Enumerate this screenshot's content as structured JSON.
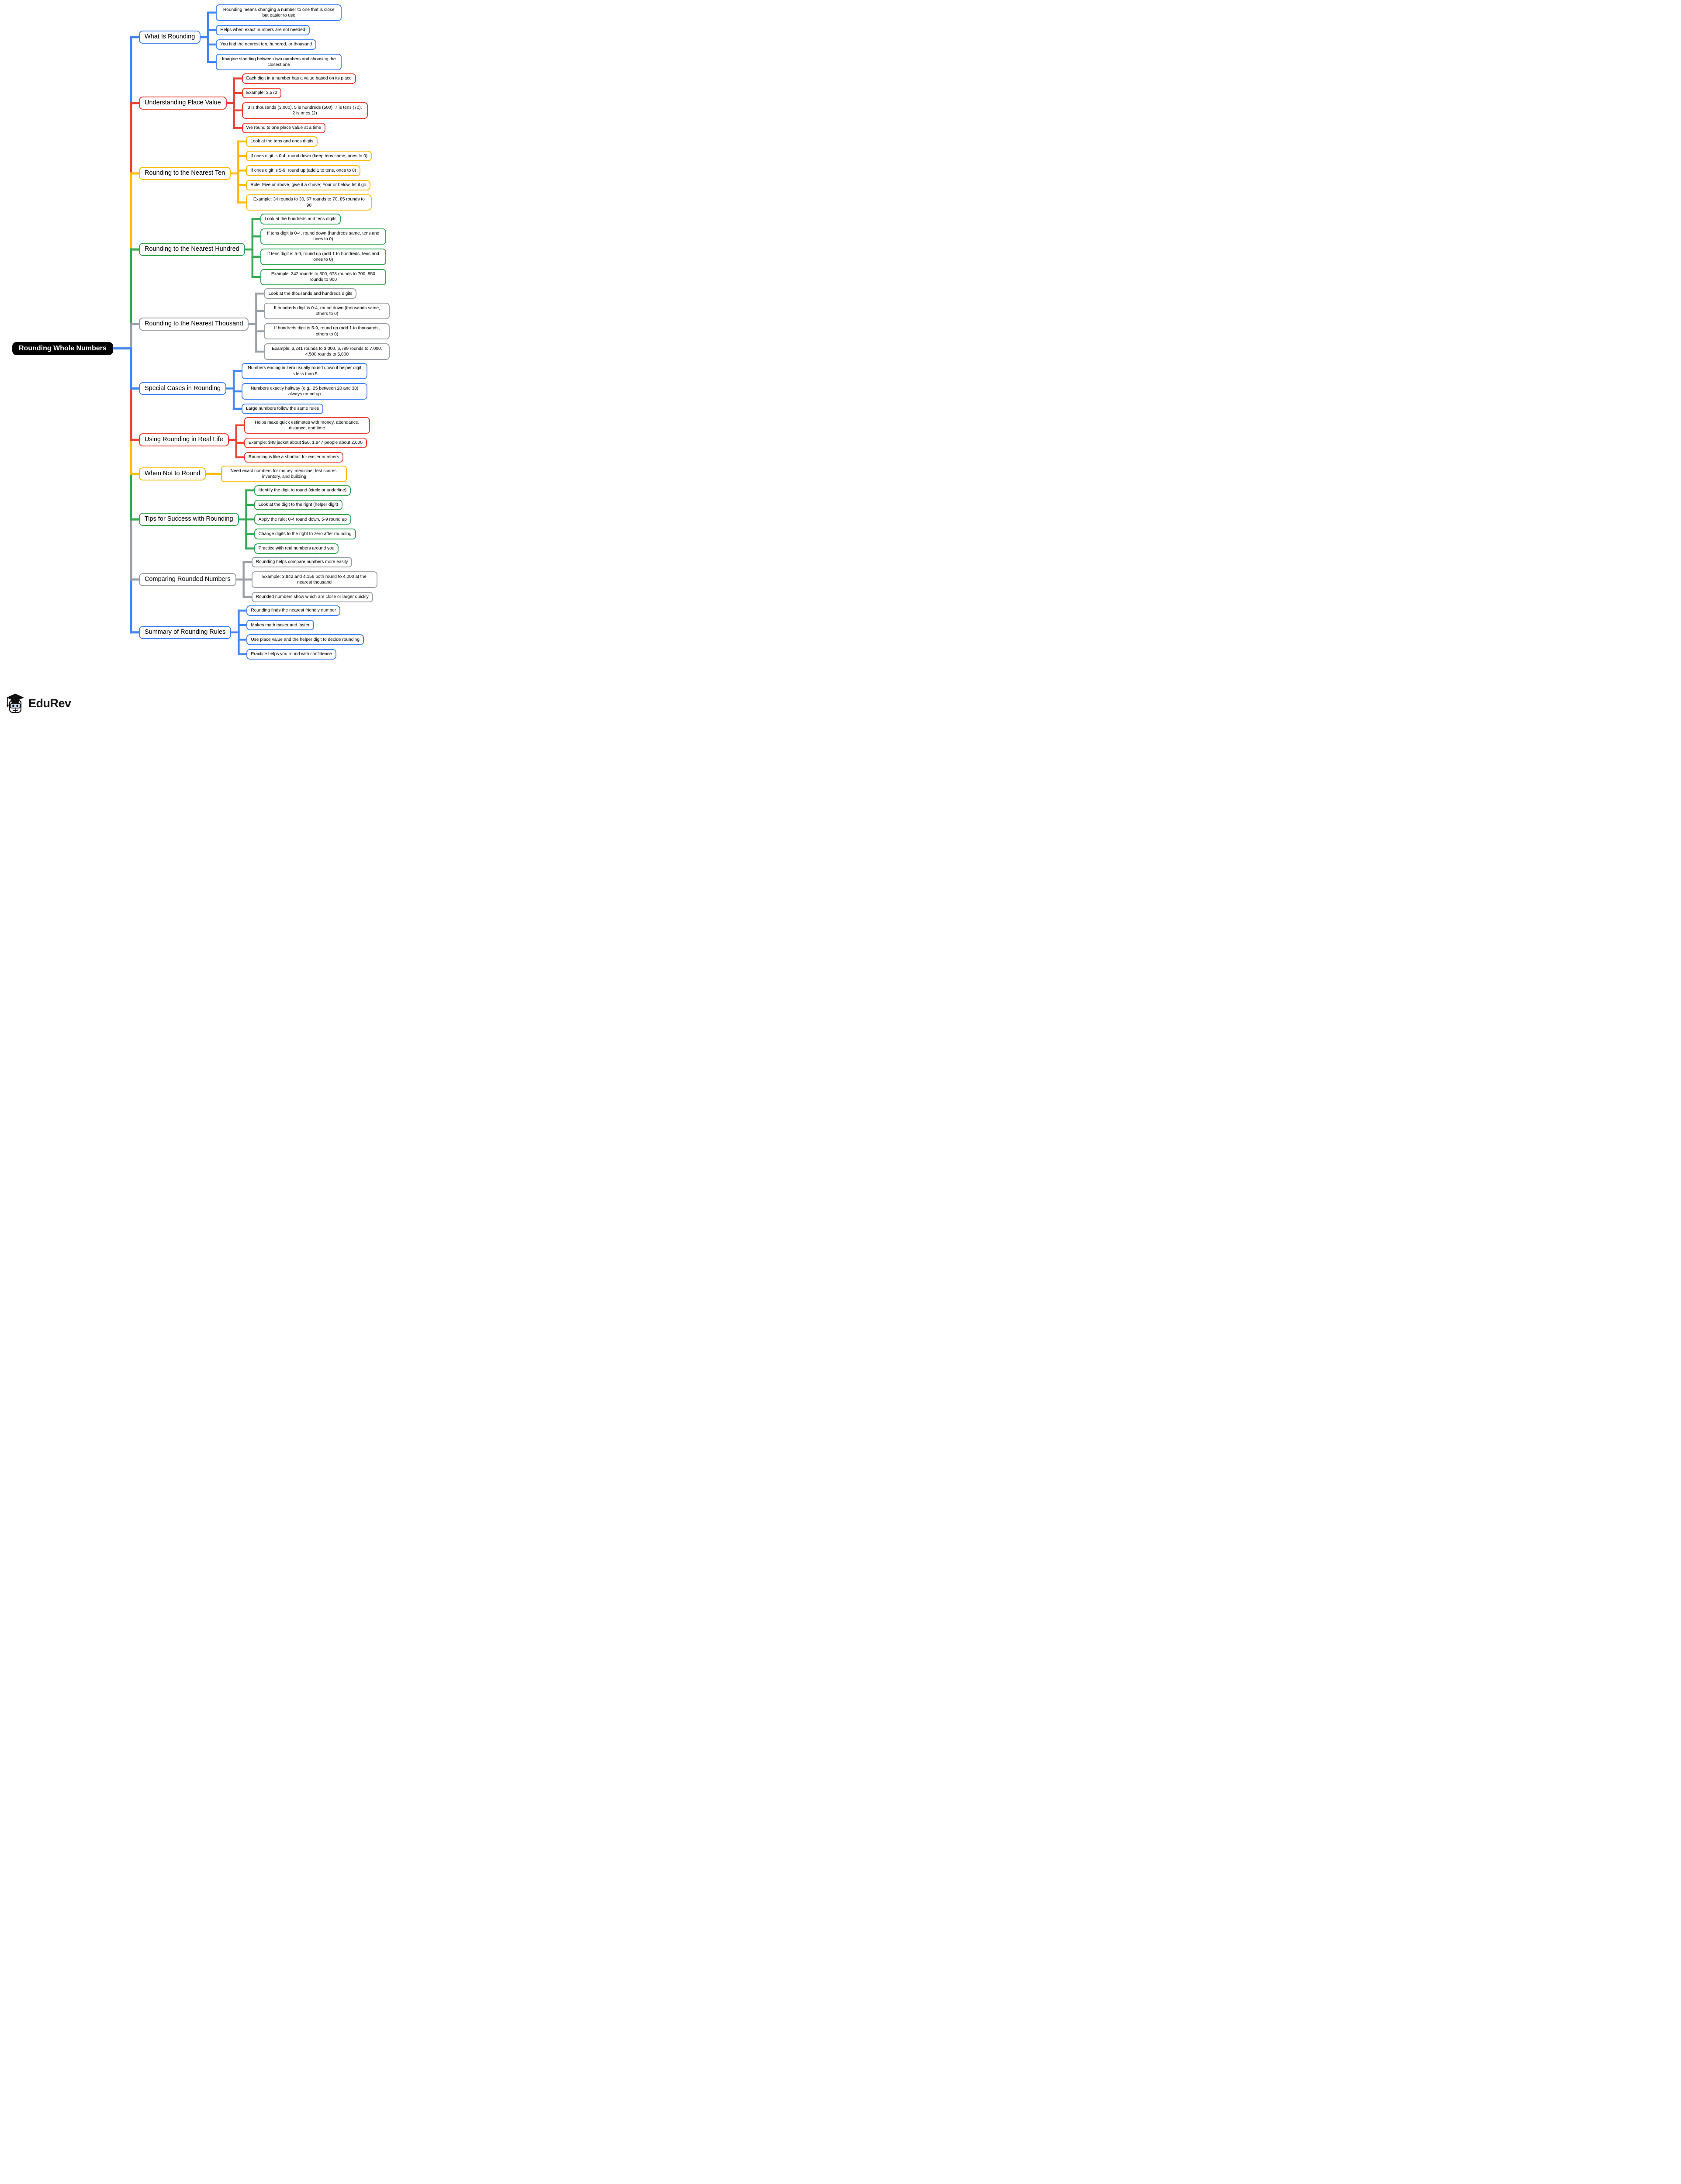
{
  "central": {
    "label": "Rounding Whole Numbers",
    "bg_color": "#000000",
    "text_color": "#ffffff"
  },
  "palette": {
    "blue": "#4285F4",
    "red": "#EA4335",
    "yellow": "#FBBC05",
    "green": "#34A853",
    "gray": "#9AA0A6"
  },
  "branches": [
    {
      "label": "What Is Rounding",
      "color": "#4285F4",
      "children": [
        "Rounding means changing a number to one that is close but easier to use",
        "Helps when exact numbers are not needed",
        "You find the nearest ten, hundred, or thousand",
        "Imagine standing between two numbers and choosing the closest one"
      ]
    },
    {
      "label": "Understanding Place Value",
      "color": "#EA4335",
      "children": [
        "Each digit in a number has a value based on its place",
        "Example: 3,572",
        "3 is thousands (3,000), 5 is hundreds (500), 7 is tens (70), 2 is ones (2)",
        "We round to one place value at a time"
      ]
    },
    {
      "label": "Rounding to the Nearest Ten",
      "color": "#FBBC05",
      "children": [
        "Look at the tens and ones digits",
        "If ones digit is 0-4, round down (keep tens same, ones to 0)",
        "If ones digit is 5-9, round up (add 1 to tens, ones to 0)",
        "Rule: Five or above, give it a shove; Four or below, let it go",
        "Example: 34 rounds to 30, 67 rounds to 70, 85 rounds to 90"
      ]
    },
    {
      "label": "Rounding to the Nearest Hundred",
      "color": "#34A853",
      "children": [
        "Look at the hundreds and tens digits",
        "If tens digit is 0-4, round down (hundreds same, tens and ones to 0)",
        "If tens digit is 5-9, round up (add 1 to hundreds, tens and ones to 0)",
        "Example: 342 rounds to 300, 678 rounds to 700, 850 rounds to 900"
      ]
    },
    {
      "label": "Rounding to the Nearest Thousand",
      "color": "#9AA0A6",
      "children": [
        "Look at the thousands and hundreds digits",
        "If hundreds digit is 0-4, round down (thousands same, others to 0)",
        "If hundreds digit is 5-9, round up (add 1 to thousands, others to 0)",
        "Example: 3,241 rounds to 3,000, 6,789 rounds to 7,000, 4,500 rounds to 5,000"
      ]
    },
    {
      "label": "Special Cases in Rounding",
      "color": "#4285F4",
      "children": [
        "Numbers ending in zero usually round down if helper digit is less than 5",
        "Numbers exactly halfway (e.g., 25 between 20 and 30) always round up",
        "Large numbers follow the same rules"
      ]
    },
    {
      "label": "Using Rounding in Real Life",
      "color": "#EA4335",
      "children": [
        "Helps make quick estimates with money, attendance, distance, and time",
        "Example: $48 jacket about $50, 1,847 people about 2,000",
        "Rounding is like a shortcut for easier numbers"
      ]
    },
    {
      "label": "When Not to Round",
      "color": "#FBBC05",
      "children": [
        "Need exact numbers for money, medicine, test scores, inventory, and building"
      ]
    },
    {
      "label": "Tips for Success with Rounding",
      "color": "#34A853",
      "children": [
        "Identify the digit to round (circle or underline)",
        "Look at the digit to the right (helper digit)",
        "Apply the rule: 0-4 round down, 5-9 round up",
        "Change digits to the right to zero after rounding",
        "Practice with real numbers around you"
      ]
    },
    {
      "label": "Comparing Rounded Numbers",
      "color": "#9AA0A6",
      "children": [
        "Rounding helps compare numbers more easily",
        "Example: 3,842 and 4,156 both round to 4,000 at the nearest thousand",
        "Rounded numbers show which are close or larger quickly"
      ]
    },
    {
      "label": "Summary of Rounding Rules",
      "color": "#4285F4",
      "children": [
        "Rounding finds the nearest friendly number",
        "Makes math easier and faster",
        "Use place value and the helper digit to decide rounding",
        "Practice helps you round with confidence"
      ]
    }
  ],
  "logo": {
    "text": "EduRev",
    "icon": "edurev-mascot-icon"
  }
}
